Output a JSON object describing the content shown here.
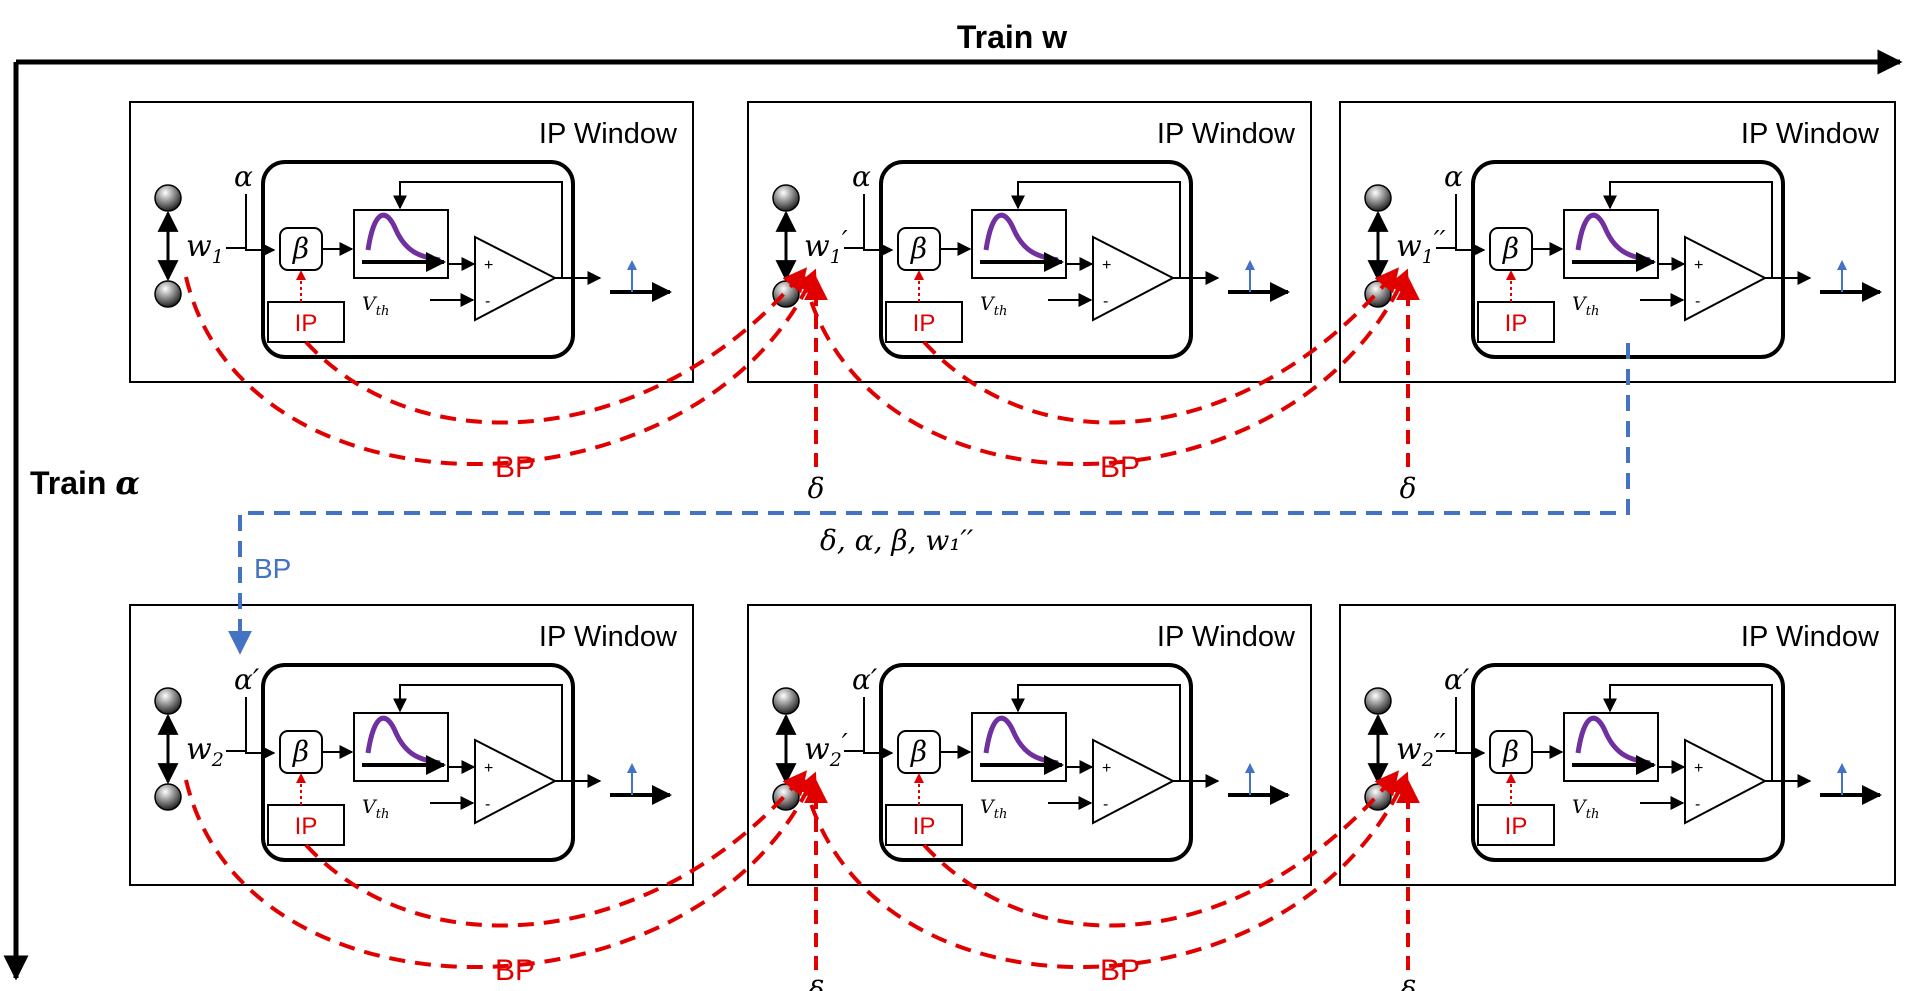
{
  "axes": {
    "top_label": "Train w",
    "left_label_prefix": "Train ",
    "left_label_symbol": "α"
  },
  "window_title": "IP Window",
  "symbols": {
    "alpha": "α",
    "alpha_prime": "α′",
    "beta": "β",
    "v_main": "V",
    "v_sub": "th",
    "ip": "IP",
    "delta": "δ",
    "plus": "+",
    "minus": "-"
  },
  "rows": [
    {
      "alpha": "α",
      "windows": [
        {
          "w": "w",
          "sub": "1",
          "prime": ""
        },
        {
          "w": "w",
          "sub": "1",
          "prime": "′"
        },
        {
          "w": "w",
          "sub": "1",
          "prime": "′′"
        }
      ]
    },
    {
      "alpha": "α′",
      "windows": [
        {
          "w": "w",
          "sub": "2",
          "prime": ""
        },
        {
          "w": "w",
          "sub": "2",
          "prime": "′"
        },
        {
          "w": "w",
          "sub": "2",
          "prime": "′′"
        }
      ]
    }
  ],
  "bp_label": "BP",
  "blue_bp_label": "BP",
  "transfer_label": "δ, α, β, w₁′′",
  "colors": {
    "red": "#e00000",
    "blue": "#4472c4",
    "purple": "#7030a0"
  }
}
